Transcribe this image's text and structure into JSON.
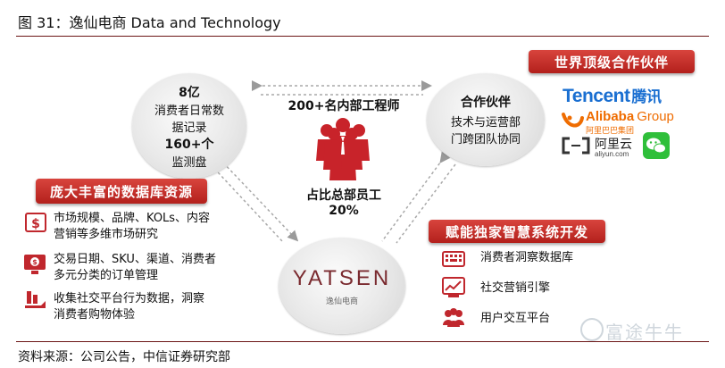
{
  "header": {
    "title": "图 31：逸仙电商 Data and Technology"
  },
  "left_bubble": {
    "line1": "8亿",
    "line2": "消费者日常数",
    "line3": "据记录",
    "line4": "160+个",
    "line5": "监测盘"
  },
  "right_bubble": {
    "line1": "合作伙伴",
    "line2": "技术与运营部",
    "line3": "门跨团队协同"
  },
  "center": {
    "engineers": "200+名内部工程师",
    "ratio_label": "占比总部员工",
    "ratio_value": "20%"
  },
  "yatsen": {
    "logo": "YATSEN",
    "subtitle": "逸仙电商"
  },
  "partners": {
    "title": "世界顶级合作伙伴",
    "tencent": "Tencent",
    "tencent_cn": "腾讯",
    "alibaba": "Alibaba",
    "alibaba_group": "Group",
    "alibaba_cn": "阿里巴巴集团",
    "aliyun": "阿里云",
    "aliyun_url": "aliyun.com"
  },
  "database": {
    "title": "庞大丰富的数据库资源",
    "items": [
      {
        "line1": "市场规模、品牌、KOLs、内容",
        "line2": "营销等多维市场研究"
      },
      {
        "line1": "交易日期、SKU、渠道、消费者",
        "line2": "多元分类的订单管理"
      },
      {
        "line1": "收集社交平台行为数据，洞察",
        "line2": "消费者购物体验"
      }
    ]
  },
  "smart": {
    "title": "赋能独家智慧系统开发",
    "items": [
      "消费者洞察数据库",
      "社交营销引擎",
      "用户交互平台"
    ]
  },
  "footer": {
    "source": "资料来源：公司公告，中信证券研究部"
  },
  "watermark": "富途牛牛",
  "colors": {
    "accent": "#c0272d",
    "rule": "#6b1515",
    "bubble": "#e6e6e6"
  }
}
